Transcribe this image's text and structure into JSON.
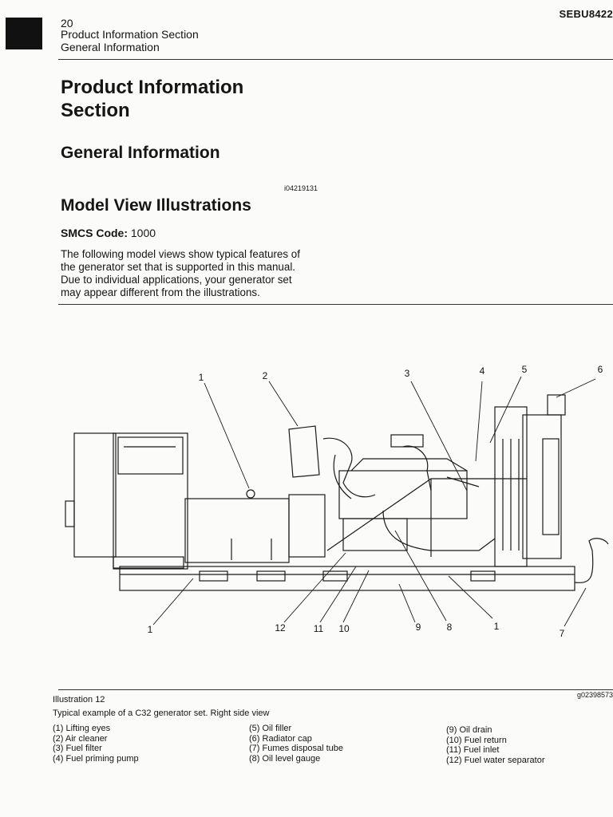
{
  "header": {
    "page_number": "20",
    "section": "Product Information Section",
    "subsection": "General Information",
    "doc_id": "SEBU8422"
  },
  "title_main": [
    "Product Information",
    "Section"
  ],
  "title_general": "General Information",
  "reference_id": "i04219131",
  "title_model": "Model View Illustrations",
  "smcs_label": "SMCS Code:",
  "smcs_value": "1000",
  "body_lines": [
    "The following model views show typical features of",
    "the generator set that is supported in this manual.",
    "Due to individual applications, your generator set",
    "may appear different from the illustrations."
  ],
  "figure": {
    "callouts_top": [
      "1",
      "2",
      "3",
      "4",
      "5",
      "6"
    ],
    "callouts_bottom": [
      "1",
      "12",
      "11",
      "10",
      "9",
      "8",
      "1",
      "7"
    ],
    "graphic_id": "g02398573"
  },
  "caption": {
    "title": "Illustration 12",
    "text": "Typical example of a C32 generator set. Right side view",
    "legend": [
      [
        "(1) Lifting eyes",
        "(2) Air cleaner",
        "(3) Fuel filter",
        "(4) Fuel priming pump"
      ],
      [
        "(5) Oil filler",
        "(6) Radiator cap",
        "(7) Fumes disposal tube",
        "(8) Oil level gauge"
      ],
      [
        "(9) Oil drain",
        "(10) Fuel return",
        "(11) Fuel inlet",
        "(12) Fuel water separator"
      ]
    ]
  }
}
